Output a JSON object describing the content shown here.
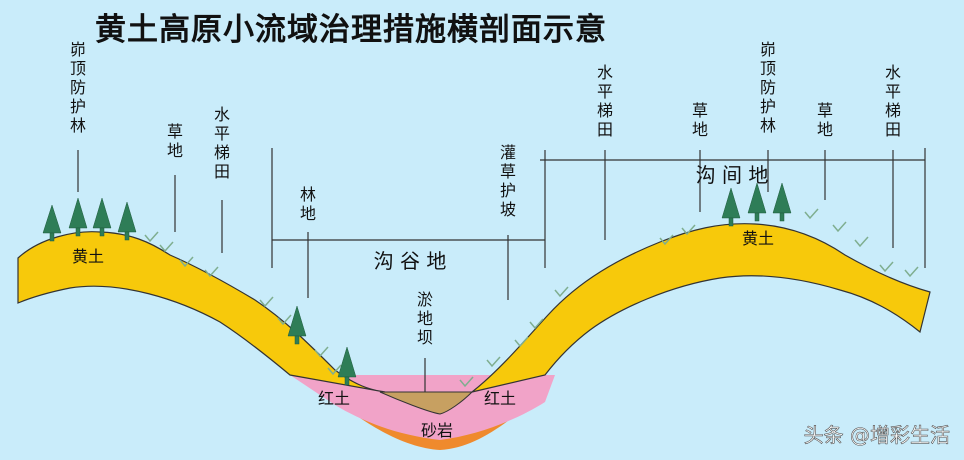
{
  "title": "黄土高原小流域治理措施横剖面示意",
  "labels": {
    "loess_left": "黄土",
    "loess_right": "黄土",
    "red_left": "红土",
    "red_right": "红土",
    "sandstone": "砂岩",
    "gully_land": "沟 谷 地",
    "inter_gully_land": "沟 间 地"
  },
  "vertical_labels": {
    "top_forest_left": "峁顶防护林",
    "grass_left": "草地",
    "terrace_left": "水平梯田",
    "forest_land": "林地",
    "silt_dam": "淤地坝",
    "irrigated_grass_slope": "灌草护坡",
    "terrace_right_1": "水平梯田",
    "grass_right_1": "草地",
    "top_forest_right": "峁顶防护林",
    "grass_right_2": "草地",
    "terrace_right_2": "水平梯田"
  },
  "watermark": "头条 @增彩生活",
  "colors": {
    "sky": "#c9ecfa",
    "loess": "#f7c90b",
    "red_soil": "#f1a3c8",
    "sandstone": "#ef8a2d",
    "dam": "#c7a061",
    "tree": "#2e7d57"
  }
}
